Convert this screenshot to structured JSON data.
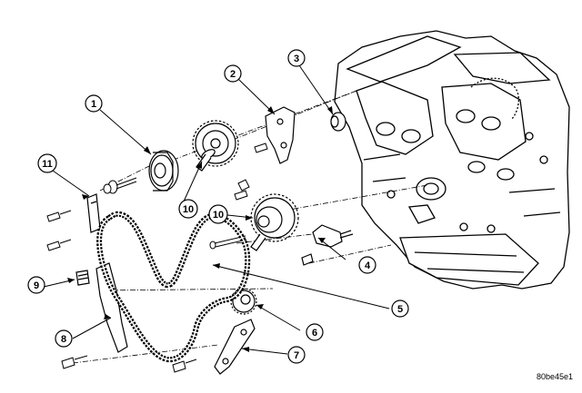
{
  "callouts": [
    {
      "id": "1",
      "label": "1"
    },
    {
      "id": "2",
      "label": "2"
    },
    {
      "id": "3",
      "label": "3"
    },
    {
      "id": "4",
      "label": "4"
    },
    {
      "id": "5",
      "label": "5"
    },
    {
      "id": "6",
      "label": "6"
    },
    {
      "id": "7",
      "label": "7"
    },
    {
      "id": "8",
      "label": "8"
    },
    {
      "id": "9",
      "label": "9"
    },
    {
      "id": "10a",
      "label": "10"
    },
    {
      "id": "10b",
      "label": "10"
    },
    {
      "id": "11",
      "label": "11"
    }
  ],
  "figure_id": "80be45e1"
}
